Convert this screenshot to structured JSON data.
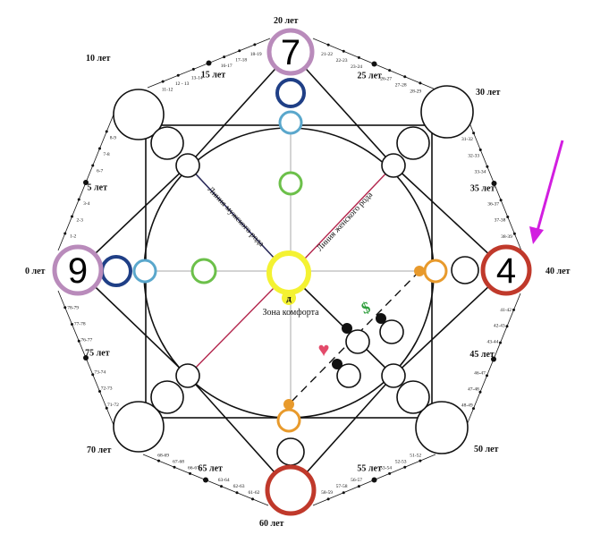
{
  "center": {
    "letter": "д",
    "label": "Зона комфорта"
  },
  "numbers": {
    "top": "7",
    "left": "9",
    "right": "4"
  },
  "lines": {
    "male": "Линия мужского рода",
    "female": "Линия женского рода"
  },
  "symbols": {
    "money": "$",
    "heart": "♥"
  },
  "corner_ages": [
    "0 лет",
    "10 лет",
    "20 лет",
    "30 лет",
    "40 лет",
    "50 лет",
    "60 лет",
    "70 лет"
  ],
  "edges": [
    [
      "1-2",
      "2-3",
      "3-4",
      "5 лет",
      "6-7",
      "7-8",
      "8-9"
    ],
    [
      "11-12",
      "12 - 13",
      "13-14",
      "15 лет",
      "16-17",
      "17-18",
      "18-19"
    ],
    [
      "21-22",
      "22-23",
      "23-24",
      "25 лет",
      "26-27",
      "27-28",
      "28-29"
    ],
    [
      "31-32",
      "32-33",
      "33-34",
      "35 лет",
      "36-37",
      "37-38",
      "38-39"
    ],
    [
      "41-42",
      "42-43",
      "43-44",
      "45 лет",
      "46-47",
      "47-48",
      "48-49"
    ],
    [
      "51-52",
      "52-53",
      "53-54",
      "55 лет",
      "56-57",
      "57-58",
      "58-59"
    ],
    [
      "61-62",
      "62-63",
      "63-64",
      "65 лет",
      "66-67",
      "67-68",
      "68-69"
    ],
    [
      "71-72",
      "72-73",
      "73-74",
      "75 лет",
      "76-77",
      "77-78",
      "78-79"
    ]
  ],
  "colors": {
    "purple": "#b98bbb",
    "navy": "#1f3f86",
    "lightblue": "#5aa7cc",
    "green": "#6cc04a",
    "yellow": "#f4f232",
    "red": "#c0392b",
    "orange": "#e89a2c",
    "pink": "#b3264d",
    "arrow": "#d21ee0"
  }
}
